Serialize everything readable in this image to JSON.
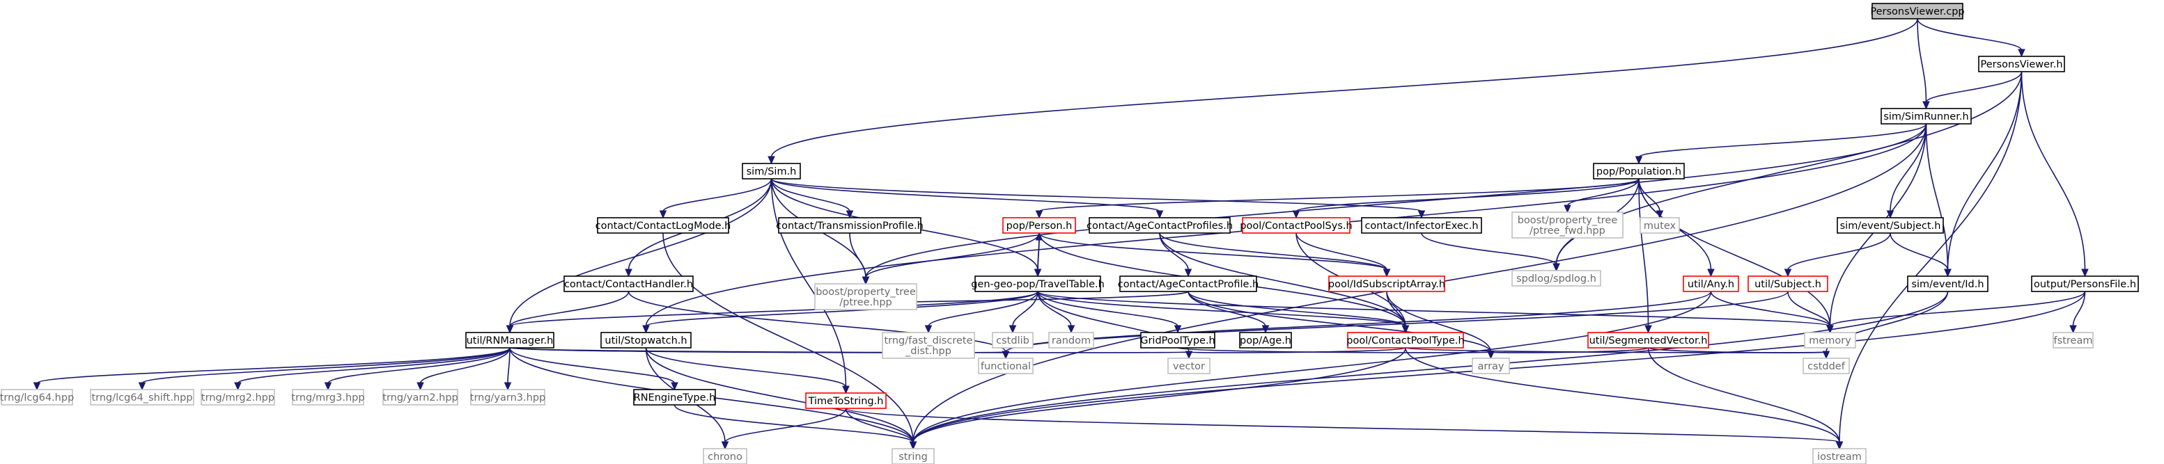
{
  "graph": {
    "type": "include-dependency-graph",
    "colors": {
      "edge": "#191970",
      "normal_border": "#000000",
      "red_border": "#ff0000",
      "system_border": "#bfbfbf",
      "root_fill": "#bfbfbf",
      "text": "#000000",
      "system_text": "#6b6b6b"
    },
    "nodes": [
      {
        "id": "n_root",
        "label": "PersonsViewer.cpp",
        "kind": "root"
      },
      {
        "id": "n_pvh",
        "label": "PersonsViewer.h",
        "kind": "normal"
      },
      {
        "id": "n_simrunner",
        "label": "sim/SimRunner.h",
        "kind": "normal"
      },
      {
        "id": "n_sim",
        "label": "sim/Sim.h",
        "kind": "normal"
      },
      {
        "id": "n_population",
        "label": "pop/Population.h",
        "kind": "normal"
      },
      {
        "id": "n_subject",
        "label": "sim/event/Subject.h",
        "kind": "normal"
      },
      {
        "id": "n_personsfile",
        "label": "output/PersonsFile.h",
        "kind": "normal"
      },
      {
        "id": "n_eventid",
        "label": "sim/event/Id.h",
        "kind": "normal"
      },
      {
        "id": "n_utilsubject",
        "label": "util/Subject.h",
        "kind": "red"
      },
      {
        "id": "n_utilany",
        "label": "util/Any.h",
        "kind": "red"
      },
      {
        "id": "n_segvec",
        "label": "util/SegmentedVector.h",
        "kind": "red"
      },
      {
        "id": "n_ptreefwd",
        "label": "boost/property_tree\n/ptree_fwd.hpp",
        "kind": "system"
      },
      {
        "id": "n_mutex",
        "label": "mutex",
        "kind": "system"
      },
      {
        "id": "n_spdlog",
        "label": "spdlog/spdlog.h",
        "kind": "system"
      },
      {
        "id": "n_infector",
        "label": "contact/InfectorExec.h",
        "kind": "normal"
      },
      {
        "id": "n_cpsys",
        "label": "pool/ContactPoolSys.h",
        "kind": "red"
      },
      {
        "id": "n_idsub",
        "label": "pool/IdSubscriptArray.h",
        "kind": "red"
      },
      {
        "id": "n_ageprofiles",
        "label": "contact/AgeContactProfiles.h",
        "kind": "normal"
      },
      {
        "id": "n_ageprofile",
        "label": "contact/AgeContactProfile.h",
        "kind": "normal"
      },
      {
        "id": "n_age",
        "label": "pop/Age.h",
        "kind": "normal"
      },
      {
        "id": "n_person",
        "label": "pop/Person.h",
        "kind": "red"
      },
      {
        "id": "n_travel",
        "label": "gen-geo-pop/TravelTable.h",
        "kind": "normal"
      },
      {
        "id": "n_cptype",
        "label": "pool/ContactPoolType.h",
        "kind": "red"
      },
      {
        "id": "n_gridpool",
        "label": "GridPoolType.h",
        "kind": "normal"
      },
      {
        "id": "n_transmission",
        "label": "contact/TransmissionProfile.h",
        "kind": "normal"
      },
      {
        "id": "n_logmode",
        "label": "contact/ContactLogMode.h",
        "kind": "normal"
      },
      {
        "id": "n_handler",
        "label": "contact/ContactHandler.h",
        "kind": "normal"
      },
      {
        "id": "n_stopwatch",
        "label": "util/Stopwatch.h",
        "kind": "normal"
      },
      {
        "id": "n_rnmanager",
        "label": "util/RNManager.h",
        "kind": "normal"
      },
      {
        "id": "n_ptree",
        "label": "boost/property_tree\n/ptree.hpp",
        "kind": "system"
      },
      {
        "id": "n_fastdiscrete",
        "label": "trng/fast_discrete\n_dist.hpp",
        "kind": "system"
      },
      {
        "id": "n_cstdlib",
        "label": "cstdlib",
        "kind": "system"
      },
      {
        "id": "n_random",
        "label": "random",
        "kind": "system"
      },
      {
        "id": "n_timetostring",
        "label": "TimeToString.h",
        "kind": "red"
      },
      {
        "id": "n_rnengine",
        "label": "RNEngineType.h",
        "kind": "normal"
      },
      {
        "id": "n_lcg64",
        "label": "trng/lcg64.hpp",
        "kind": "system"
      },
      {
        "id": "n_lcg64shift",
        "label": "trng/lcg64_shift.hpp",
        "kind": "system"
      },
      {
        "id": "n_mrg2",
        "label": "trng/mrg2.hpp",
        "kind": "system"
      },
      {
        "id": "n_mrg3",
        "label": "trng/mrg3.hpp",
        "kind": "system"
      },
      {
        "id": "n_yarn2",
        "label": "trng/yarn2.hpp",
        "kind": "system"
      },
      {
        "id": "n_yarn3",
        "label": "trng/yarn3.hpp",
        "kind": "system"
      },
      {
        "id": "n_memory",
        "label": "memory",
        "kind": "system"
      },
      {
        "id": "n_fstream",
        "label": "fstream",
        "kind": "system"
      },
      {
        "id": "n_cstddef",
        "label": "cstddef",
        "kind": "system"
      },
      {
        "id": "n_functional",
        "label": "functional",
        "kind": "system"
      },
      {
        "id": "n_vector",
        "label": "vector",
        "kind": "system"
      },
      {
        "id": "n_array",
        "label": "array",
        "kind": "system"
      },
      {
        "id": "n_chrono",
        "label": "chrono",
        "kind": "system"
      },
      {
        "id": "n_string",
        "label": "string",
        "kind": "system"
      },
      {
        "id": "n_iostream",
        "label": "iostream",
        "kind": "system"
      }
    ],
    "edges": [
      [
        "n_root",
        "n_pvh"
      ],
      [
        "n_root",
        "n_simrunner"
      ],
      [
        "n_root",
        "n_sim"
      ],
      [
        "n_pvh",
        "n_simrunner"
      ],
      [
        "n_pvh",
        "n_spdlog"
      ],
      [
        "n_pvh",
        "n_eventid"
      ],
      [
        "n_pvh",
        "n_personsfile"
      ],
      [
        "n_pvh",
        "n_iostream"
      ],
      [
        "n_simrunner",
        "n_population"
      ],
      [
        "n_simrunner",
        "n_ptree"
      ],
      [
        "n_simrunner",
        "n_subject"
      ],
      [
        "n_simrunner",
        "n_eventid"
      ],
      [
        "n_simrunner",
        "n_memory"
      ],
      [
        "n_simrunner",
        "n_string"
      ],
      [
        "n_simrunner",
        "n_stopwatch"
      ],
      [
        "n_sim",
        "n_logmode"
      ],
      [
        "n_sim",
        "n_transmission"
      ],
      [
        "n_sim",
        "n_ageprofiles"
      ],
      [
        "n_sim",
        "n_infector"
      ],
      [
        "n_sim",
        "n_handler"
      ],
      [
        "n_sim",
        "n_travel"
      ],
      [
        "n_sim",
        "n_rnmanager"
      ],
      [
        "n_sim",
        "n_ptree"
      ],
      [
        "n_sim",
        "n_timetostring"
      ],
      [
        "n_population",
        "n_person"
      ],
      [
        "n_population",
        "n_cpsys"
      ],
      [
        "n_population",
        "n_ptreefwd"
      ],
      [
        "n_population",
        "n_mutex"
      ],
      [
        "n_population",
        "n_spdlog"
      ],
      [
        "n_population",
        "n_utilany"
      ],
      [
        "n_population",
        "n_segvec"
      ],
      [
        "n_population",
        "n_memory"
      ],
      [
        "n_subject",
        "n_utilsubject"
      ],
      [
        "n_subject",
        "n_eventid"
      ],
      [
        "n_personsfile",
        "n_memory"
      ],
      [
        "n_personsfile",
        "n_fstream"
      ],
      [
        "n_personsfile",
        "n_string"
      ],
      [
        "n_eventid",
        "n_cstddef"
      ],
      [
        "n_eventid",
        "n_string"
      ],
      [
        "n_utilsubject",
        "n_memory"
      ],
      [
        "n_utilsubject",
        "n_functional"
      ],
      [
        "n_utilany",
        "n_memory"
      ],
      [
        "n_utilany",
        "n_string"
      ],
      [
        "n_utilany",
        "n_functional"
      ],
      [
        "n_segvec",
        "n_array"
      ],
      [
        "n_segvec",
        "n_iostream"
      ],
      [
        "n_segvec",
        "n_cstddef"
      ],
      [
        "n_infector",
        "n_spdlog"
      ],
      [
        "n_cpsys",
        "n_idsub"
      ],
      [
        "n_cpsys",
        "n_cptype"
      ],
      [
        "n_idsub",
        "n_cptype"
      ],
      [
        "n_idsub",
        "n_array"
      ],
      [
        "n_ageprofiles",
        "n_ageprofile"
      ],
      [
        "n_ageprofiles",
        "n_idsub"
      ],
      [
        "n_ageprofiles",
        "n_cptype"
      ],
      [
        "n_ageprofile",
        "n_age"
      ],
      [
        "n_ageprofile",
        "n_cptype"
      ],
      [
        "n_ageprofile",
        "n_ptree"
      ],
      [
        "n_ageprofile",
        "n_array"
      ],
      [
        "n_person",
        "n_travel"
      ],
      [
        "n_person",
        "n_idsub"
      ],
      [
        "n_person",
        "n_cptype"
      ],
      [
        "n_person",
        "n_ptree"
      ],
      [
        "n_travel",
        "n_person"
      ],
      [
        "n_travel",
        "n_fastdiscrete"
      ],
      [
        "n_travel",
        "n_cstdlib"
      ],
      [
        "n_travel",
        "n_random"
      ],
      [
        "n_travel",
        "n_gridpool"
      ],
      [
        "n_travel",
        "n_cptype"
      ],
      [
        "n_travel",
        "n_vector"
      ],
      [
        "n_travel",
        "n_rnmanager"
      ],
      [
        "n_travel",
        "n_stopwatch"
      ],
      [
        "n_travel",
        "n_memory"
      ],
      [
        "n_cptype",
        "n_vector"
      ],
      [
        "n_cptype",
        "n_cstddef"
      ],
      [
        "n_cptype",
        "n_string"
      ],
      [
        "n_cptype",
        "n_iostream"
      ],
      [
        "n_gridpool",
        "n_array"
      ],
      [
        "n_transmission",
        "n_ptree"
      ],
      [
        "n_logmode",
        "n_string"
      ],
      [
        "n_handler",
        "n_rnmanager"
      ],
      [
        "n_handler",
        "n_functional"
      ],
      [
        "n_stopwatch",
        "n_timetostring"
      ],
      [
        "n_stopwatch",
        "n_chrono"
      ],
      [
        "n_stopwatch",
        "n_string"
      ],
      [
        "n_timetostring",
        "n_chrono"
      ],
      [
        "n_timetostring",
        "n_string"
      ],
      [
        "n_timetostring",
        "n_iostream"
      ],
      [
        "n_rnmanager",
        "n_rnengine"
      ],
      [
        "n_rnmanager",
        "n_lcg64"
      ],
      [
        "n_rnmanager",
        "n_lcg64shift"
      ],
      [
        "n_rnmanager",
        "n_mrg2"
      ],
      [
        "n_rnmanager",
        "n_mrg3"
      ],
      [
        "n_rnmanager",
        "n_yarn2"
      ],
      [
        "n_rnmanager",
        "n_yarn3"
      ],
      [
        "n_rnmanager",
        "n_functional"
      ],
      [
        "n_rnmanager",
        "n_vector"
      ],
      [
        "n_rnmanager",
        "n_string"
      ],
      [
        "n_rnengine",
        "n_string"
      ]
    ]
  }
}
